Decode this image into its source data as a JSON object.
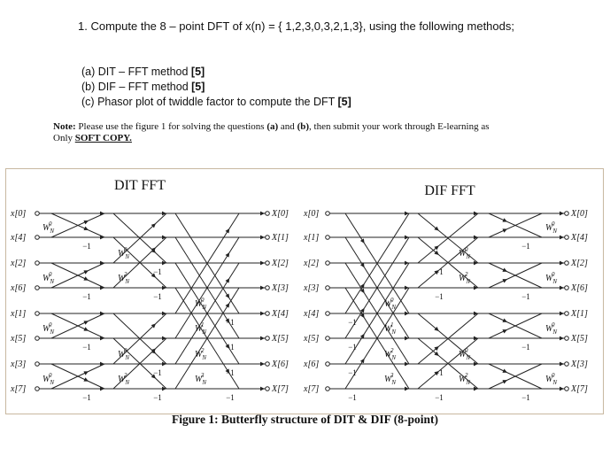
{
  "question": {
    "number": "1.",
    "text": "Compute the 8 – point DFT of x(n) = { 1,2,3,0,3,2,1,3},  using the following methods;"
  },
  "parts": [
    {
      "label": "(a)",
      "text": "DIT – FFT method",
      "marks": "[5]"
    },
    {
      "label": "(b)",
      "text": "DIF – FFT method",
      "marks": "[5]"
    },
    {
      "label": "(c)",
      "text": "Phasor plot of twiddle factor to compute the DFT",
      "marks": "[5]"
    }
  ],
  "note": {
    "label": "Note:",
    "text_before": " Please use the figure 1 for solving the questions ",
    "a": "(a)",
    "and": " and ",
    "b": "(b)",
    "text_after": ", then submit your work through E-learning as",
    "line2_prefix": "Only ",
    "soft_copy": "SOFT COPY."
  },
  "figure": {
    "dit_title": "DIT FFT",
    "dif_title": "DIF FFT",
    "caption": "Figure 1: Butterfly structure of DIT & DIF (8-point)",
    "dit_inputs": [
      "x[0]",
      "x[4]",
      "x[2]",
      "x[6]",
      "x[1]",
      "x[5]",
      "x[3]",
      "x[7]"
    ],
    "dit_outputs": [
      "X[0]",
      "X[1]",
      "X[2]",
      "X[3]",
      "X[4]",
      "X[5]",
      "X[6]",
      "X[7]"
    ],
    "dif_inputs": [
      "x[0]",
      "x[1]",
      "x[2]",
      "x[3]",
      "x[4]",
      "x[5]",
      "x[6]",
      "x[7]"
    ],
    "dif_outputs": [
      "X[0]",
      "X[4]",
      "X[2]",
      "X[6]",
      "X[1]",
      "X[5]",
      "X[3]",
      "X[7]"
    ],
    "twiddle_base": "W",
    "twiddle_sub": "N",
    "minus_one": "−1",
    "dit_stage1_tw": [
      "0",
      "0",
      "0",
      "0"
    ],
    "dit_stage2_tw": [
      "0",
      "2",
      "0",
      "2"
    ],
    "dit_stage3_tw": [
      "0",
      "1",
      "2",
      "3"
    ],
    "dif_stage1_tw": [
      "0",
      "1",
      "2",
      "3"
    ],
    "dif_stage2_tw": [
      "0",
      "2",
      "0",
      "2"
    ],
    "dif_stage3_tw": [
      "0",
      "0",
      "0",
      "0"
    ]
  }
}
